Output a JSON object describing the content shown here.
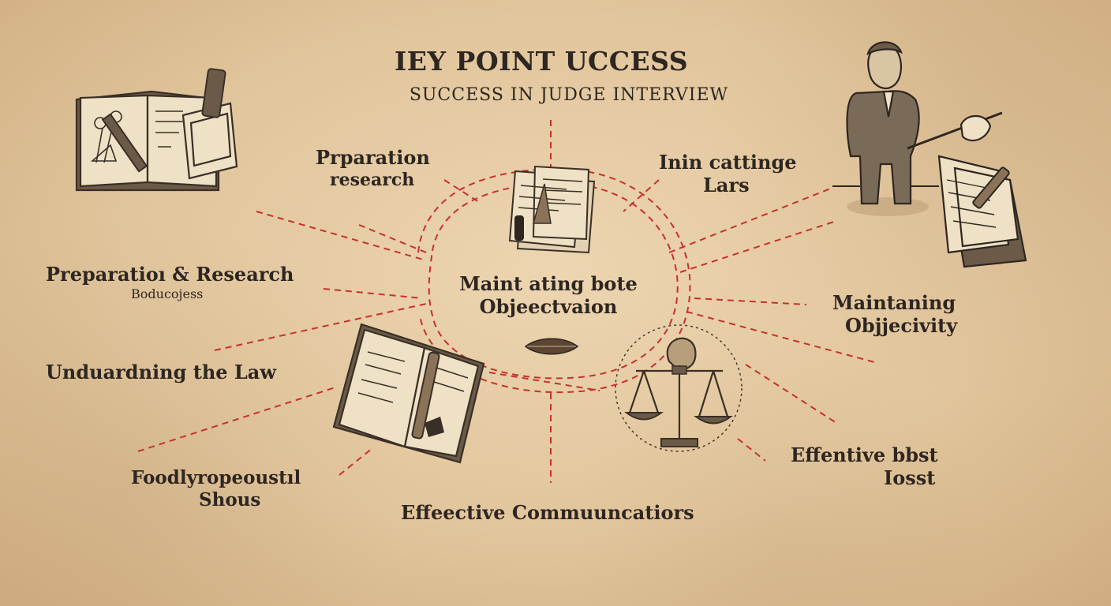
{
  "title": "IEY POINT UCCESS",
  "subtitle": "SUCCESS IN JUDGE INTERVIEW",
  "center": {
    "line1": "Maint ating bote",
    "line2": "Objeectvaion"
  },
  "labels": {
    "prep_top": {
      "line1": "Prparation",
      "line2": "research"
    },
    "top_right": {
      "line1": "Inin cattinge",
      "line2": "Lars"
    },
    "prep_left": {
      "line1": "Preparatioı &  Research",
      "line2": "Boducojess"
    },
    "understanding": {
      "line1": "Unduardning the Law"
    },
    "bottom_left": {
      "line1": "Foodlyropeoustıl",
      "line2": "Shous"
    },
    "bottom": {
      "line1": "Effeective  Commuuncatiors"
    },
    "right_mid": {
      "line1": "Maintaning",
      "line2": "Objjecivity"
    },
    "bottom_right": {
      "line1": "Effentive  bbst",
      "line2": "Iosst"
    }
  },
  "colors": {
    "ink": "#2e2620",
    "dash": "#c8302c",
    "paper": "#e3c9a2"
  },
  "icons": [
    "open-book-pen-icon",
    "documents-stack-icon",
    "judge-figure-icon",
    "notebook-pen-icon",
    "scales-of-justice-icon",
    "leaf-icon"
  ]
}
